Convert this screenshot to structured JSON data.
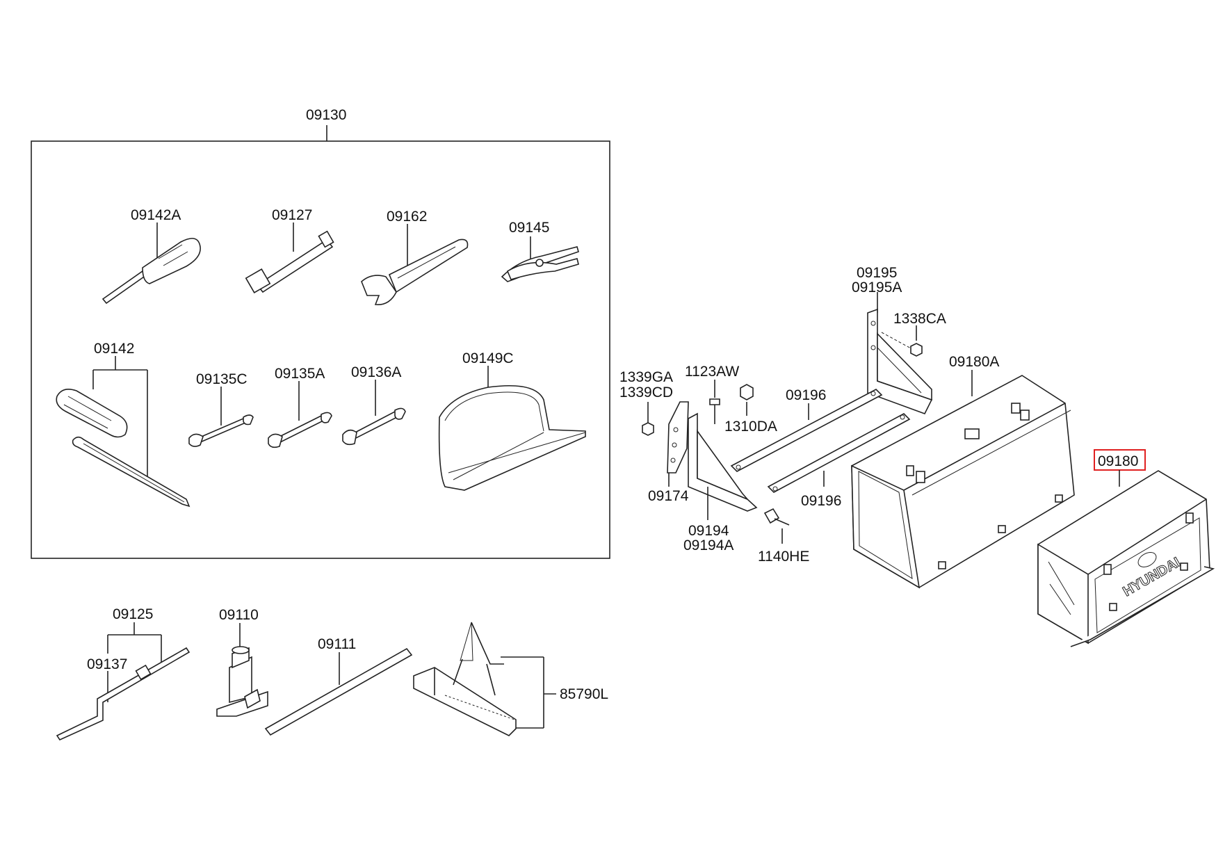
{
  "labels": {
    "p09130": "09130",
    "p09142A": "09142A",
    "p09127": "09127",
    "p09162": "09162",
    "p09145": "09145",
    "p09142": "09142",
    "p09135C": "09135C",
    "p09135A": "09135A",
    "p09136A": "09136A",
    "p09149C": "09149C",
    "p09195": "09195",
    "p09195A": "09195A",
    "p1338CA": "1338CA",
    "p09180A": "09180A",
    "p1339GA": "1339GA",
    "p1339CD": "1339CD",
    "p1123AW": "1123AW",
    "p09196a": "09196",
    "p1310DA": "1310DA",
    "p09196b": "09196",
    "p09174": "09174",
    "p09194": "09194",
    "p09194A": "09194A",
    "p1140HE": "1140HE",
    "p09180": "09180",
    "p09125": "09125",
    "p09137": "09137",
    "p09110": "09110",
    "p09111": "09111",
    "p85790L": "85790L"
  },
  "highlight": {
    "part": "09180",
    "color": "#e02020"
  },
  "colors": {
    "line": "#222222",
    "background": "#ffffff"
  },
  "logo_text": "HYUNDAI"
}
